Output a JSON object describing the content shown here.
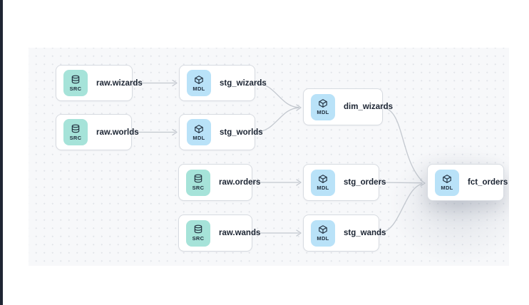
{
  "app": {
    "view": "lineage-graph-canvas"
  },
  "colors": {
    "window_edge": "#1f2633",
    "canvas_bg": "#f7f8fa",
    "canvas_dot": "#e2e5ea",
    "node_bg": "#ffffff",
    "node_border": "#d7dbe1",
    "node_text": "#1c2533",
    "edge": "#c3c8cf",
    "src_badge_bg": "#a6e3d9",
    "mdl_badge_bg": "#b9e2f8",
    "badge_text": "#22303f"
  },
  "nodes": [
    {
      "id": "raw_wizards",
      "label": "raw.wizards",
      "kind": "SRC",
      "icon": "database-icon"
    },
    {
      "id": "stg_wizards",
      "label": "stg_wizards",
      "kind": "MDL",
      "icon": "cube-icon"
    },
    {
      "id": "raw_worlds",
      "label": "raw.worlds",
      "kind": "SRC",
      "icon": "database-icon"
    },
    {
      "id": "stg_worlds",
      "label": "stg_worlds",
      "kind": "MDL",
      "icon": "cube-icon"
    },
    {
      "id": "dim_wizards",
      "label": "dim_wizards",
      "kind": "MDL",
      "icon": "cube-icon"
    },
    {
      "id": "raw_orders",
      "label": "raw.orders",
      "kind": "SRC",
      "icon": "database-icon"
    },
    {
      "id": "stg_orders",
      "label": "stg_orders",
      "kind": "MDL",
      "icon": "cube-icon"
    },
    {
      "id": "raw_wands",
      "label": "raw.wands",
      "kind": "SRC",
      "icon": "database-icon"
    },
    {
      "id": "stg_wands",
      "label": "stg_wands",
      "kind": "MDL",
      "icon": "cube-icon"
    },
    {
      "id": "fct_orders",
      "label": "fct_orders",
      "kind": "MDL",
      "icon": "cube-icon",
      "highlighted": true
    }
  ],
  "edges": [
    {
      "from": "raw.wizards",
      "to": "stg_wizards"
    },
    {
      "from": "raw.worlds",
      "to": "stg_worlds"
    },
    {
      "from": "stg_wizards",
      "to": "dim_wizards"
    },
    {
      "from": "stg_worlds",
      "to": "dim_wizards"
    },
    {
      "from": "raw.orders",
      "to": "stg_orders"
    },
    {
      "from": "raw.wands",
      "to": "stg_wands"
    },
    {
      "from": "stg_orders",
      "to": "fct_orders"
    },
    {
      "from": "stg_wands",
      "to": "fct_orders"
    },
    {
      "from": "dim_wizards",
      "to": "fct_orders"
    }
  ]
}
